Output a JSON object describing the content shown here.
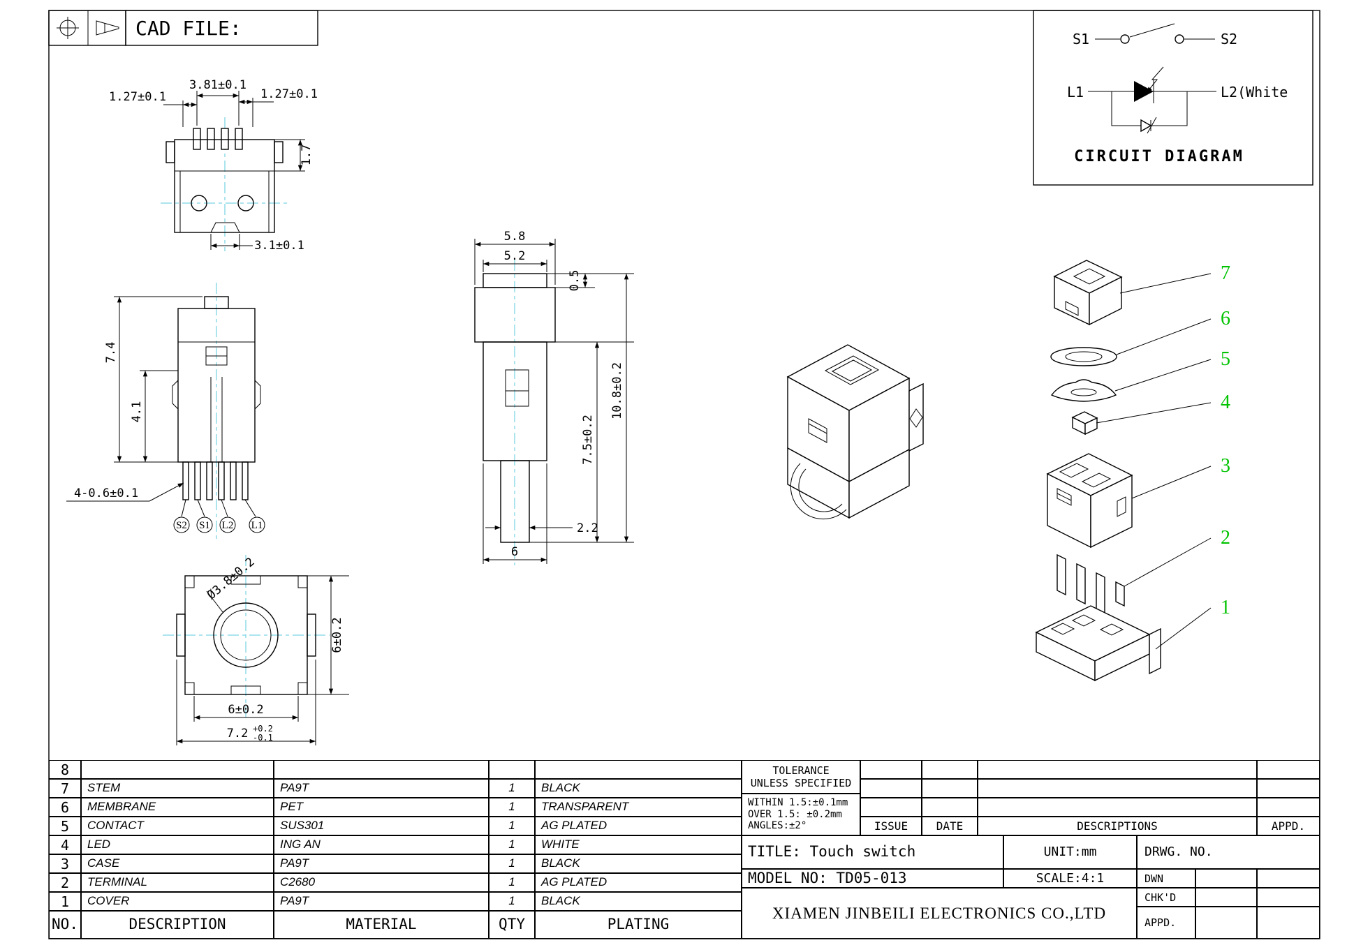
{
  "sheet": {
    "cad_file_label": "CAD FILE:"
  },
  "circuit": {
    "title": "CIRCUIT DIAGRAM",
    "s1": "S1",
    "s2": "S2",
    "l1": "L1",
    "l2": "L2(White"
  },
  "top_view": {
    "dim_pin_span": "3.81±0.1",
    "dim_pitch_left": "1.27±0.1",
    "dim_pitch_right": "1.27±0.1",
    "dim_rail_height": "1.7",
    "dim_notch_width": "3.1±0.1"
  },
  "front_view": {
    "dim_total_height": "7.4",
    "dim_body_height": "4.1",
    "dim_pin_width": "4-0.6±0.1",
    "pin_labels": [
      "S2",
      "S1",
      "L2",
      "L1"
    ]
  },
  "side_view": {
    "dim_cap_width": "5.8",
    "dim_stem_width": "5.2",
    "dim_stem_height": "0.5",
    "dim_body_height": "7.5±0.2",
    "dim_total_height": "10.8±0.2",
    "dim_leg_width": "2.2",
    "dim_bottom_width": "6"
  },
  "bottom_view": {
    "dim_stem_diameter": "Ø3.8±0.2",
    "dim_side": "6±0.2",
    "dim_inner_width": "6±0.2",
    "dim_outer_width": "7.2",
    "dim_outer_tol_plus": "+0.2",
    "dim_outer_tol_minus": "-0.1"
  },
  "exploded_view": {
    "callouts": [
      "7",
      "6",
      "5",
      "4",
      "3",
      "2",
      "1"
    ]
  },
  "bom": {
    "headers": {
      "no": "NO.",
      "description": "DESCRIPTION",
      "material": "MATERIAL",
      "qty": "QTY",
      "plating": "PLATING"
    },
    "rows": [
      {
        "no": "8",
        "description": "",
        "material": "",
        "qty": "",
        "plating": ""
      },
      {
        "no": "7",
        "description": "STEM",
        "material": "PA9T",
        "qty": "1",
        "plating": "BLACK"
      },
      {
        "no": "6",
        "description": "MEMBRANE",
        "material": "PET",
        "qty": "1",
        "plating": "TRANSPARENT"
      },
      {
        "no": "5",
        "description": "CONTACT",
        "material": "SUS301",
        "qty": "1",
        "plating": "AG PLATED"
      },
      {
        "no": "4",
        "description": "LED",
        "material": "ING AN",
        "qty": "1",
        "plating": "WHITE"
      },
      {
        "no": "3",
        "description": "CASE",
        "material": "PA9T",
        "qty": "1",
        "plating": "BLACK"
      },
      {
        "no": "2",
        "description": "TERMINAL",
        "material": "C2680",
        "qty": "1",
        "plating": "AG PLATED"
      },
      {
        "no": "1",
        "description": "COVER",
        "material": "PA9T",
        "qty": "1",
        "plating": "BLACK"
      }
    ]
  },
  "title_block": {
    "tolerance_title": "TOLERANCE\nUNLESS SPECIFIED",
    "tolerance_values": "WITHIN 1.5:±0.1mm\nOVER 1.5:  ±0.2mm\nANGLES:±2°",
    "issue": "ISSUE",
    "date": "DATE",
    "descriptions": "DESCRIPTIONS",
    "appd_col": "APPD.",
    "title": "TITLE: Touch switch",
    "unit": "UNIT:mm",
    "drwg_no": "DRWG. NO.",
    "model": "MODEL NO: TD05-013",
    "scale": "SCALE:4:1",
    "dwn": "DWN",
    "chkd": "CHK'D",
    "appd": "APPD.",
    "company": "XIAMEN JINBEILI ELECTRONICS CO.,LTD"
  },
  "colors": {
    "line": "#000000",
    "centerline": "#58c8dc",
    "callout_green": "#00c300"
  }
}
